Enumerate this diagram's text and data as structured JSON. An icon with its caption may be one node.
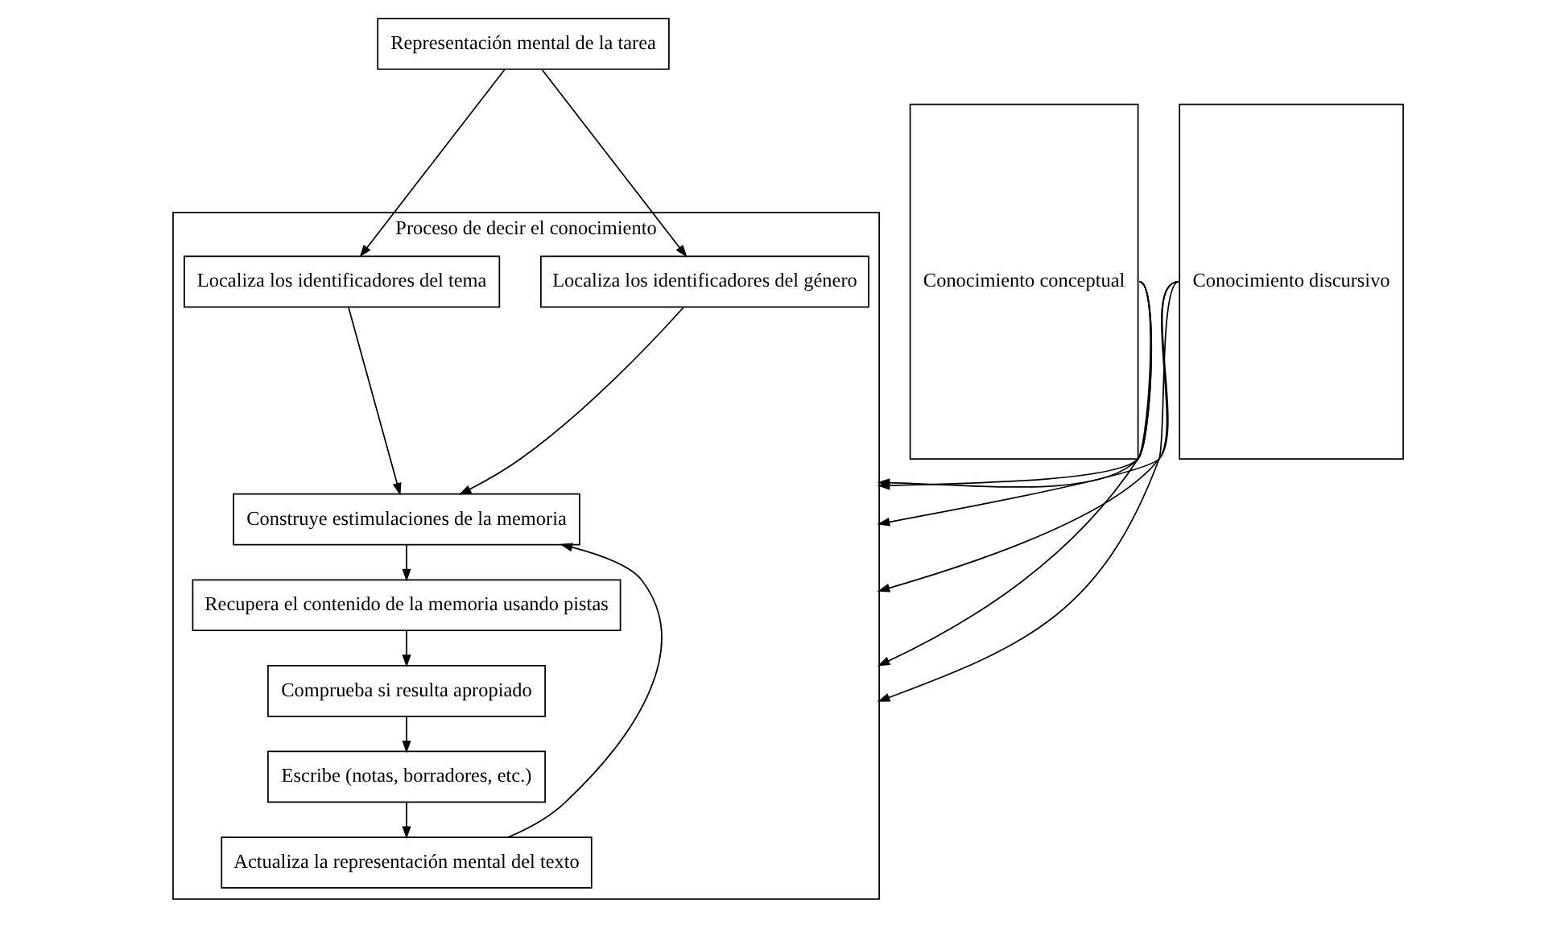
{
  "diagram": {
    "nodes": [
      {
        "text": [
          "Representación mental de la tarea"
        ]
      },
      {
        "text": [
          "Conocimiento conceptual"
        ]
      },
      {
        "text": [
          "Proceso de decir el conocimiento"
        ]
      },
      {
        "text": [
          "Localiza los identificadores del tema"
        ],
        "in": 2
      },
      {
        "text": [
          "Localiza los identificadores del género"
        ],
        "in": 2
      },
      {
        "text": [
          "Construye estimulaciones de la memoria"
        ],
        "in": 2
      },
      {
        "text": [
          "Recupera el contenido de la memoria usando pistas"
        ],
        "in": 2
      },
      {
        "text": [
          "Comprueba si resulta apropiado"
        ],
        "in": 2
      },
      {
        "text": [
          "Escribe (notas, borradores, etc.)"
        ],
        "in": 2
      },
      {
        "text": [
          "Actualiza la representación mental del texto"
        ],
        "in": 2
      },
      {
        "text": [
          "Conocimiento discursivo"
        ]
      }
    ],
    "edges": [
      {
        "from": 0,
        "to": 3,
        "arrow": "to"
      },
      {
        "from": 0,
        "to": 4,
        "arrow": "to"
      },
      {
        "from": 1,
        "to": 2,
        "arrow": "to"
      },
      {
        "from": 1,
        "to": 2,
        "arrow": "to"
      },
      {
        "from": 1,
        "to": 2,
        "arrow": "to"
      },
      {
        "from": 10,
        "to": 2,
        "arrow": "to"
      },
      {
        "from": 10,
        "to": 2,
        "arrow": "to"
      },
      {
        "from": 10,
        "to": 2,
        "arrow": "to"
      },
      {
        "from": 3,
        "to": 5,
        "arrow": "to"
      },
      {
        "from": 4,
        "to": 5,
        "arrow": "to"
      },
      {
        "from": 5,
        "to": 6,
        "arrow": "to"
      },
      {
        "from": 6,
        "to": 7,
        "arrow": "to"
      },
      {
        "from": 7,
        "to": 8,
        "arrow": "to"
      },
      {
        "from": 8,
        "to": 9,
        "arrow": "to"
      },
      {
        "from": 9,
        "to": 5,
        "arrow": "to"
      }
    ]
  }
}
